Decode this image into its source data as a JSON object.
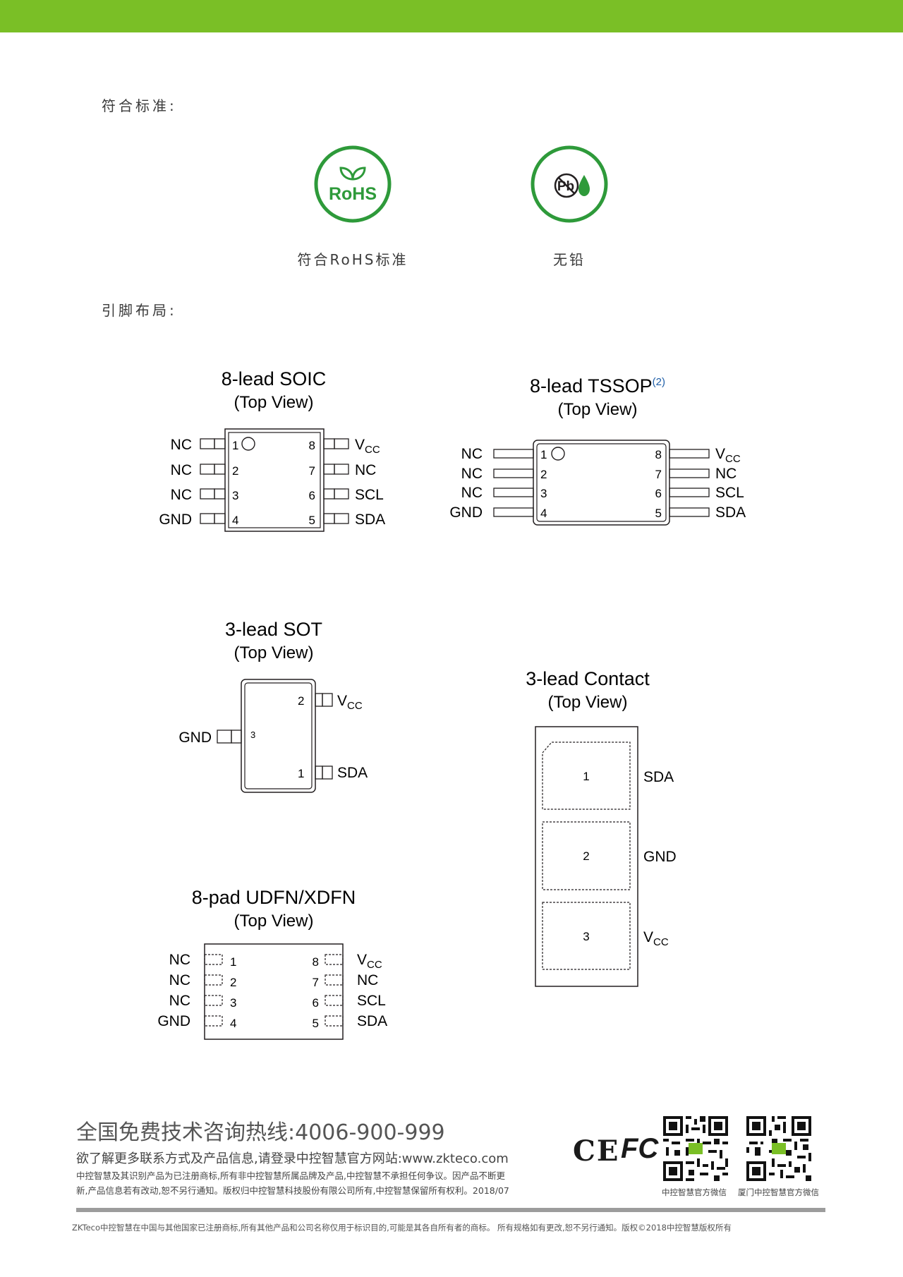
{
  "standards": {
    "label": "符合标准:",
    "rohs": {
      "icon": "rohs-icon",
      "logo_text": "RoHS",
      "caption": "符合RoHS标准",
      "color": "#2e9a3a"
    },
    "leadfree": {
      "icon": "lead-free-icon",
      "logo_text": "Pb",
      "caption": "无铅",
      "color": "#2e9a3a"
    }
  },
  "pinout": {
    "label": "引脚布局:",
    "top_view": "(Top View)",
    "soic": {
      "title": "8-lead SOIC",
      "left": [
        {
          "num": "1",
          "name": "NC"
        },
        {
          "num": "2",
          "name": "NC"
        },
        {
          "num": "3",
          "name": "NC"
        },
        {
          "num": "4",
          "name": "GND"
        }
      ],
      "right": [
        {
          "num": "8",
          "name": "V",
          "sub": "CC"
        },
        {
          "num": "7",
          "name": "NC"
        },
        {
          "num": "6",
          "name": "SCL"
        },
        {
          "num": "5",
          "name": "SDA"
        }
      ]
    },
    "tssop": {
      "title": "8-lead TSSOP",
      "sup": "(2)",
      "left": [
        {
          "num": "1",
          "name": "NC"
        },
        {
          "num": "2",
          "name": "NC"
        },
        {
          "num": "3",
          "name": "NC"
        },
        {
          "num": "4",
          "name": "GND"
        }
      ],
      "right": [
        {
          "num": "8",
          "name": "V",
          "sub": "CC"
        },
        {
          "num": "7",
          "name": "NC"
        },
        {
          "num": "6",
          "name": "SCL"
        },
        {
          "num": "5",
          "name": "SDA"
        }
      ]
    },
    "sot": {
      "title": "3-lead SOT",
      "pins": [
        {
          "num": "2",
          "name": "V",
          "sub": "CC"
        },
        {
          "num": "3",
          "name": "GND"
        },
        {
          "num": "1",
          "name": "SDA"
        }
      ]
    },
    "contact": {
      "title": "3-lead Contact",
      "pins": [
        {
          "num": "1",
          "name": "SDA"
        },
        {
          "num": "2",
          "name": "GND"
        },
        {
          "num": "3",
          "name": "V",
          "sub": "CC"
        }
      ]
    },
    "udfn": {
      "title": "8-pad UDFN/XDFN",
      "left": [
        {
          "num": "1",
          "name": "NC"
        },
        {
          "num": "2",
          "name": "NC"
        },
        {
          "num": "3",
          "name": "NC"
        },
        {
          "num": "4",
          "name": "GND"
        }
      ],
      "right": [
        {
          "num": "8",
          "name": "V",
          "sub": "CC"
        },
        {
          "num": "7",
          "name": "NC"
        },
        {
          "num": "6",
          "name": "SCL"
        },
        {
          "num": "5",
          "name": "SDA"
        }
      ]
    }
  },
  "footer": {
    "hotline": "全国免费技术咨询热线:4006-900-999",
    "website": "欲了解更多联系方式及产品信息,请登录中控智慧官方网站:www.zkteco.com",
    "disclaimer_1": "中控智慧及其识别产品为已注册商标,所有非中控智慧所属品牌及产品,中控智慧不承担任何争议。因产品不断更",
    "disclaimer_2": "新,产品信息若有改动,恕不另行通知。版权归中控智慧科技股份有限公司所有,中控智慧保留所有权利。2018/07",
    "ce_mark": "CE",
    "fcc_mark": "FC",
    "qr1_caption": "中控智慧官方微信",
    "qr2_caption": "厦门中控智慧官方微信",
    "bottom_note": "ZKTeco中控智慧在中国与其他国家已注册商标,所有其他产品和公司名称仅用于标识目的,可能是其各自所有者的商标。 所有规格如有更改,恕不另行通知。版权©2018中控智慧版权所有",
    "accent": "#7abf26"
  }
}
